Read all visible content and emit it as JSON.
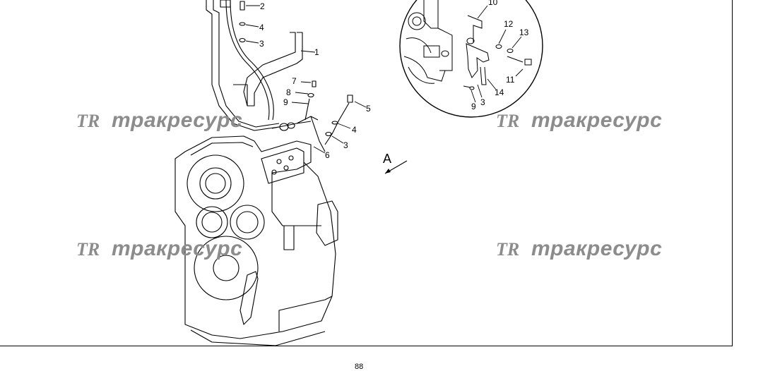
{
  "diagram": {
    "callouts_main": [
      "2",
      "4",
      "3",
      "1",
      "7",
      "8",
      "9",
      "5",
      "4",
      "3",
      "6"
    ],
    "callouts_detail": [
      "10",
      "12",
      "13",
      "11",
      "14",
      "9",
      "3"
    ],
    "view_label": "A",
    "page_number": "88"
  },
  "watermark": {
    "logo": "TR",
    "text": "тракресурс"
  }
}
